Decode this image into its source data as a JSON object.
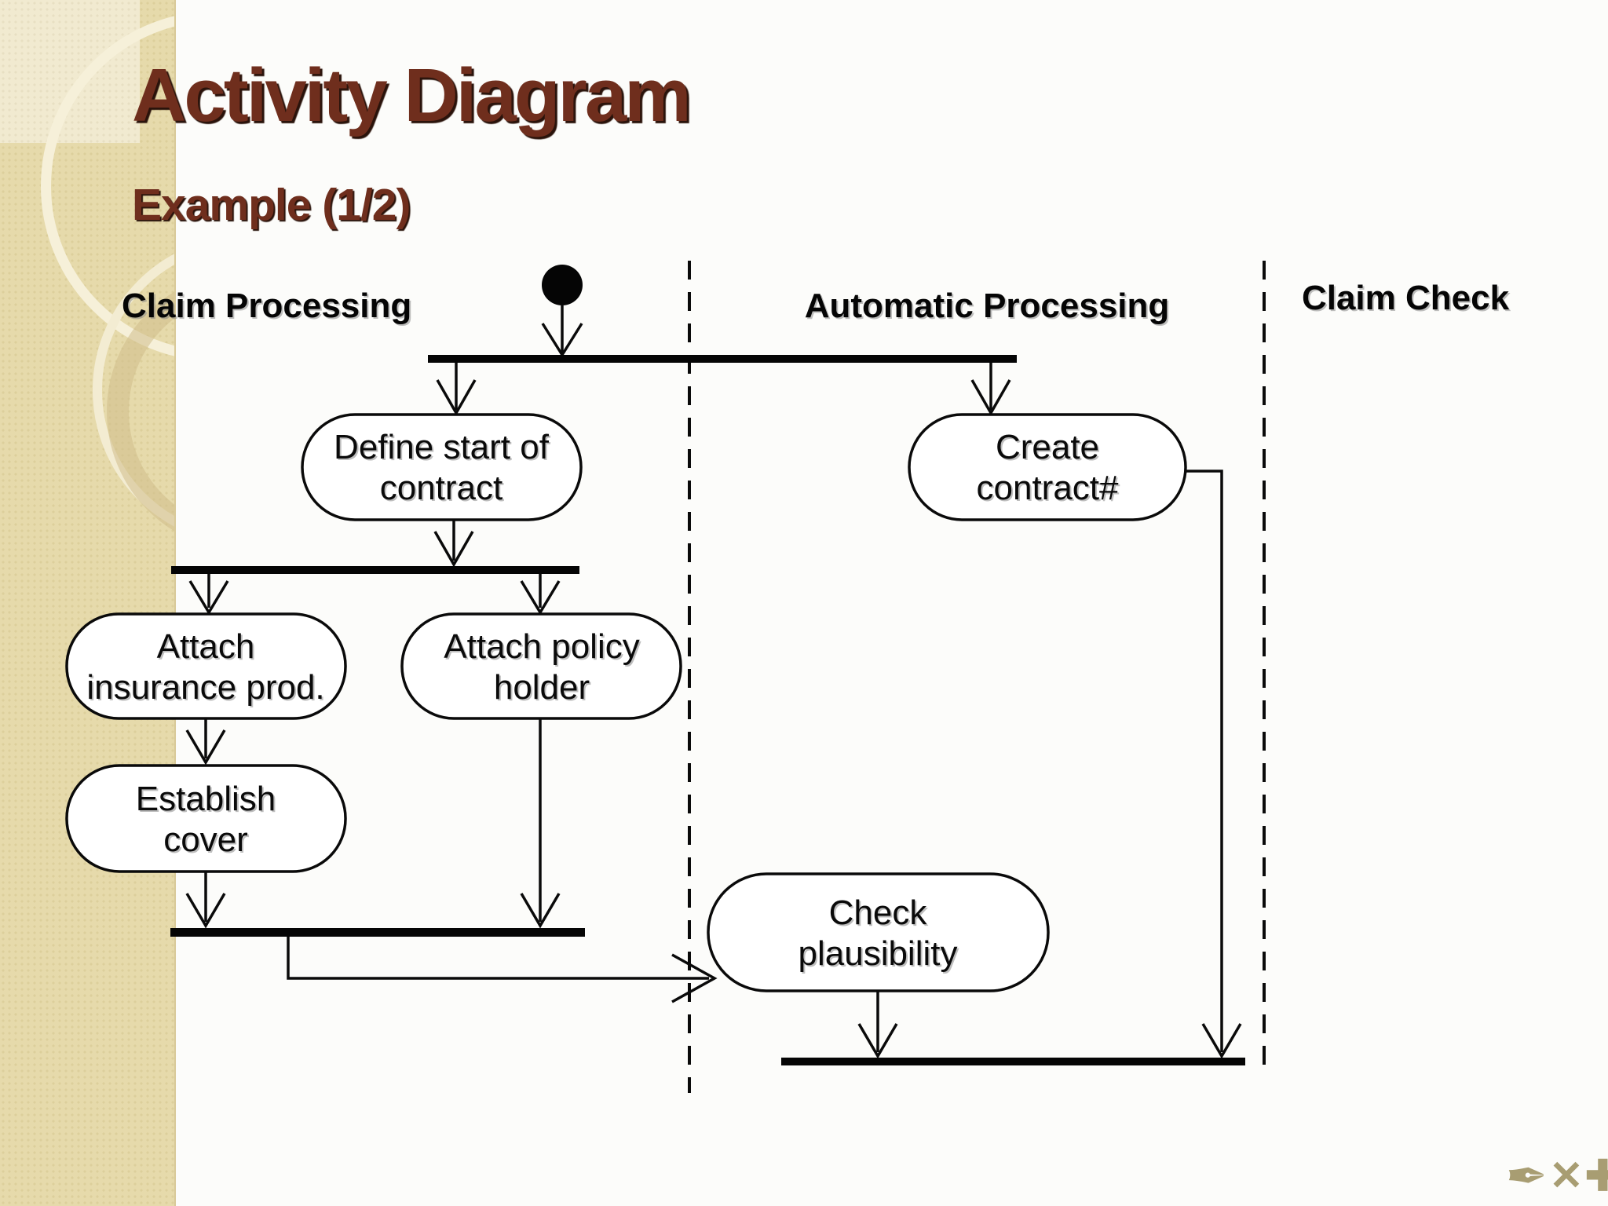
{
  "slide": {
    "title": "Activity Diagram",
    "subtitle": "Example (1/2)"
  },
  "lanes": [
    {
      "label": "Claim Processing"
    },
    {
      "label": "Automatic Processing"
    },
    {
      "label": "Claim Check"
    }
  ],
  "nodes": {
    "define_start": {
      "line1": "Define start of",
      "line2": "contract"
    },
    "create_contract": {
      "line1": "Create",
      "line2": "contract#"
    },
    "attach_insurance": {
      "line1": "Attach",
      "line2": "insurance prod."
    },
    "attach_policy": {
      "line1": "Attach policy",
      "line2": "holder"
    },
    "establish_cover": {
      "line1": "Establish",
      "line2": "cover"
    },
    "check_plausibility": {
      "line1": "Check",
      "line2": "plausibility"
    }
  },
  "decor": {
    "pen_icon": "✒",
    "x_icon": "✕",
    "plus_icon": "✚"
  },
  "colors": {
    "title_text": "#6f2e1d",
    "diagram_ink": "#0a0a0a",
    "sidebar": "#e6daab",
    "corner_icons": "#a89d72"
  }
}
